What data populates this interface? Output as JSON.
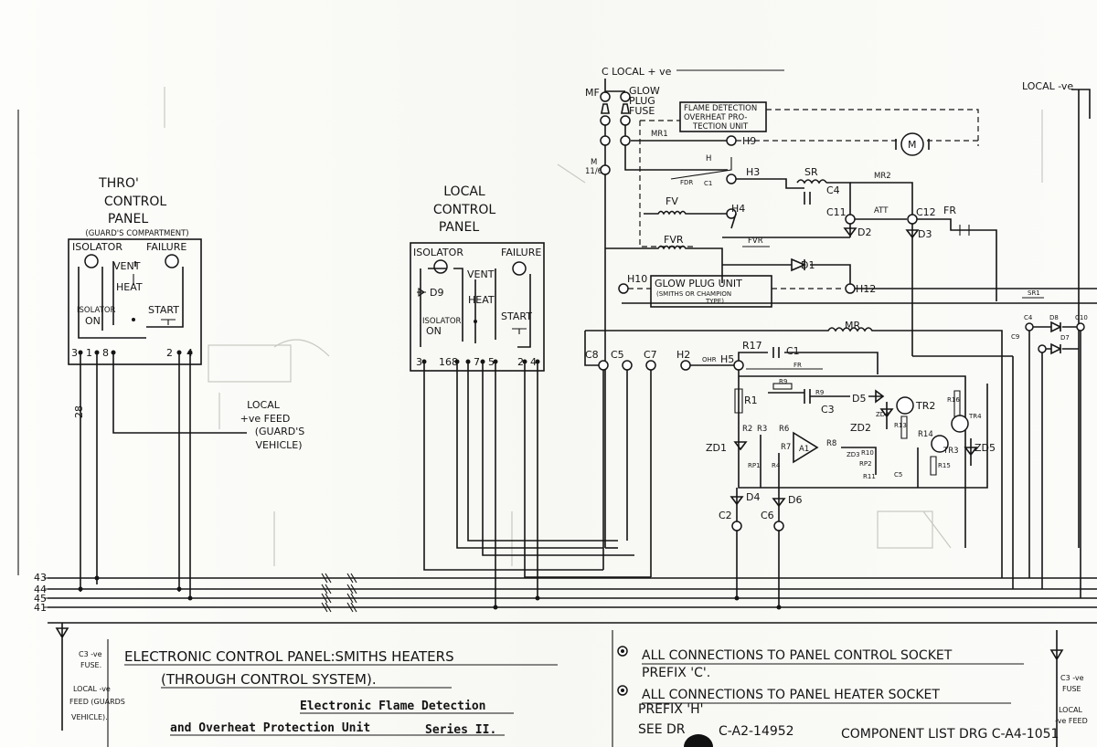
{
  "panels": {
    "thro": {
      "title_lines": [
        "THRO'",
        "CONTROL",
        "PANEL"
      ],
      "subtitle": "(GUARD'S COMPARTMENT)",
      "isolator": "ISOLATOR",
      "failure": "FAILURE",
      "vent": "VENT",
      "heat": "HEAT",
      "isolator_on": "ISOLATOR",
      "on": "ON",
      "start": "START",
      "pins": [
        "3",
        "1",
        "8",
        "2",
        "4"
      ]
    },
    "local": {
      "title_lines": [
        "LOCAL",
        "CONTROL",
        "PANEL"
      ],
      "isolator": "ISOLATOR",
      "failure": "FAILURE",
      "d9": "D9",
      "vent": "VENT",
      "heat": "HEAT",
      "isolator_on": "ISOLATOR",
      "on": "ON",
      "start": "START",
      "pins": [
        "3",
        "1",
        "6",
        "8",
        "7",
        "5",
        "2",
        "4"
      ]
    }
  },
  "local_feed": [
    "LOCAL",
    "+ve FEED",
    "(GUARD'S",
    "VEHICLE)"
  ],
  "side_number": "28",
  "bus_numbers": [
    "43",
    "44",
    "45",
    "41"
  ],
  "top_labels": {
    "c_local": "C LOCAL + ve",
    "mf": "MF",
    "glow_plug_fuse": [
      "GLOW",
      "PLUG",
      "FUSE"
    ],
    "m": "M",
    "m_sub": "11/6",
    "local_ve": "LOCAL -ve"
  },
  "fd_unit": [
    "FLAME DETECTION",
    "OVERHEAT PRO-",
    "TECTION UNIT"
  ],
  "glow_plug_unit": [
    "GLOW PLUG UNIT",
    "(SMITHS OR CHAMPION",
    "TYPE)"
  ],
  "components": {
    "h9": "H9",
    "mr1": "MR1",
    "motor": "M",
    "h3": "H3",
    "sr": "SR",
    "mr2": "MR2",
    "fdr": "FDR",
    "c1s": "C1",
    "h_small": "H",
    "fv": "FV",
    "h4": "H4",
    "c4": "C4",
    "c11": "C11",
    "att": "ATT",
    "c12": "C12",
    "fr": "FR",
    "d2": "D2",
    "d3": "D3",
    "fvr": "FVR",
    "fvr2": "FVR",
    "d1": "D1",
    "h10": "H10",
    "h12": "H12",
    "sr1": "SR1",
    "c4b": "C4",
    "d8": "D8",
    "c10": "C10",
    "c9": "C9",
    "d7": "D7",
    "mr": "MR",
    "c8": "C8",
    "c5": "C5",
    "c7": "C7",
    "h2": "H2",
    "ohr": "OHR",
    "h5": "H5",
    "r17": "R17",
    "c1": "C1",
    "fr2": "FR",
    "r1": "R1",
    "r9": "R9",
    "r16": "R16",
    "c3": "C3",
    "d5": "D5",
    "tr2": "TR2",
    "tr4": "TR4",
    "zd4": "ZD4",
    "r13": "R13",
    "r2": "R2",
    "r3": "R3",
    "r6": "R6",
    "a1": "A1",
    "zd2": "ZD2",
    "r14": "R14",
    "zd1": "ZD1",
    "r7": "R7",
    "r8": "R8",
    "zd3": "ZD3",
    "r10": "R10",
    "tr3": "TR3",
    "zd5": "ZD5",
    "rp1": "RP1",
    "r4": "R4",
    "rp2": "RP2",
    "r11": "R11",
    "c5b": "C5",
    "r15": "R15",
    "d4": "D4",
    "d6": "D6",
    "c2": "C2",
    "c6": "C6"
  },
  "fuse_notes": {
    "left": [
      "C3 -ve",
      "FUSE."
    ],
    "left_feed": [
      "LOCAL -ve",
      "FEED (GUARDS",
      "VEHICLE)."
    ],
    "right": [
      "C3 -ve",
      "FUSE"
    ],
    "right_feed": [
      "LOCAL",
      "-ve FEED"
    ]
  },
  "title_block": {
    "line1": "ELECTRONIC CONTROL PANEL:SMITHS HEATERS",
    "line2": "(THROUGH CONTROL SYSTEM).",
    "line3": "Electronic Flame Detection",
    "line4": "and Overheat Protection Unit",
    "line4b": "Series II."
  },
  "notes": {
    "note1": [
      "ALL CONNECTIONS TO PANEL CONTROL SOCKET",
      "PREFIX 'C'."
    ],
    "note2": [
      "ALL CONNECTIONS TO PANEL HEATER SOCKET",
      "PREFIX 'H'"
    ],
    "see": "SEE DR",
    "drg": "C-A2-14952",
    "component_list": "COMPONENT LIST DRG C-A4-1051"
  }
}
